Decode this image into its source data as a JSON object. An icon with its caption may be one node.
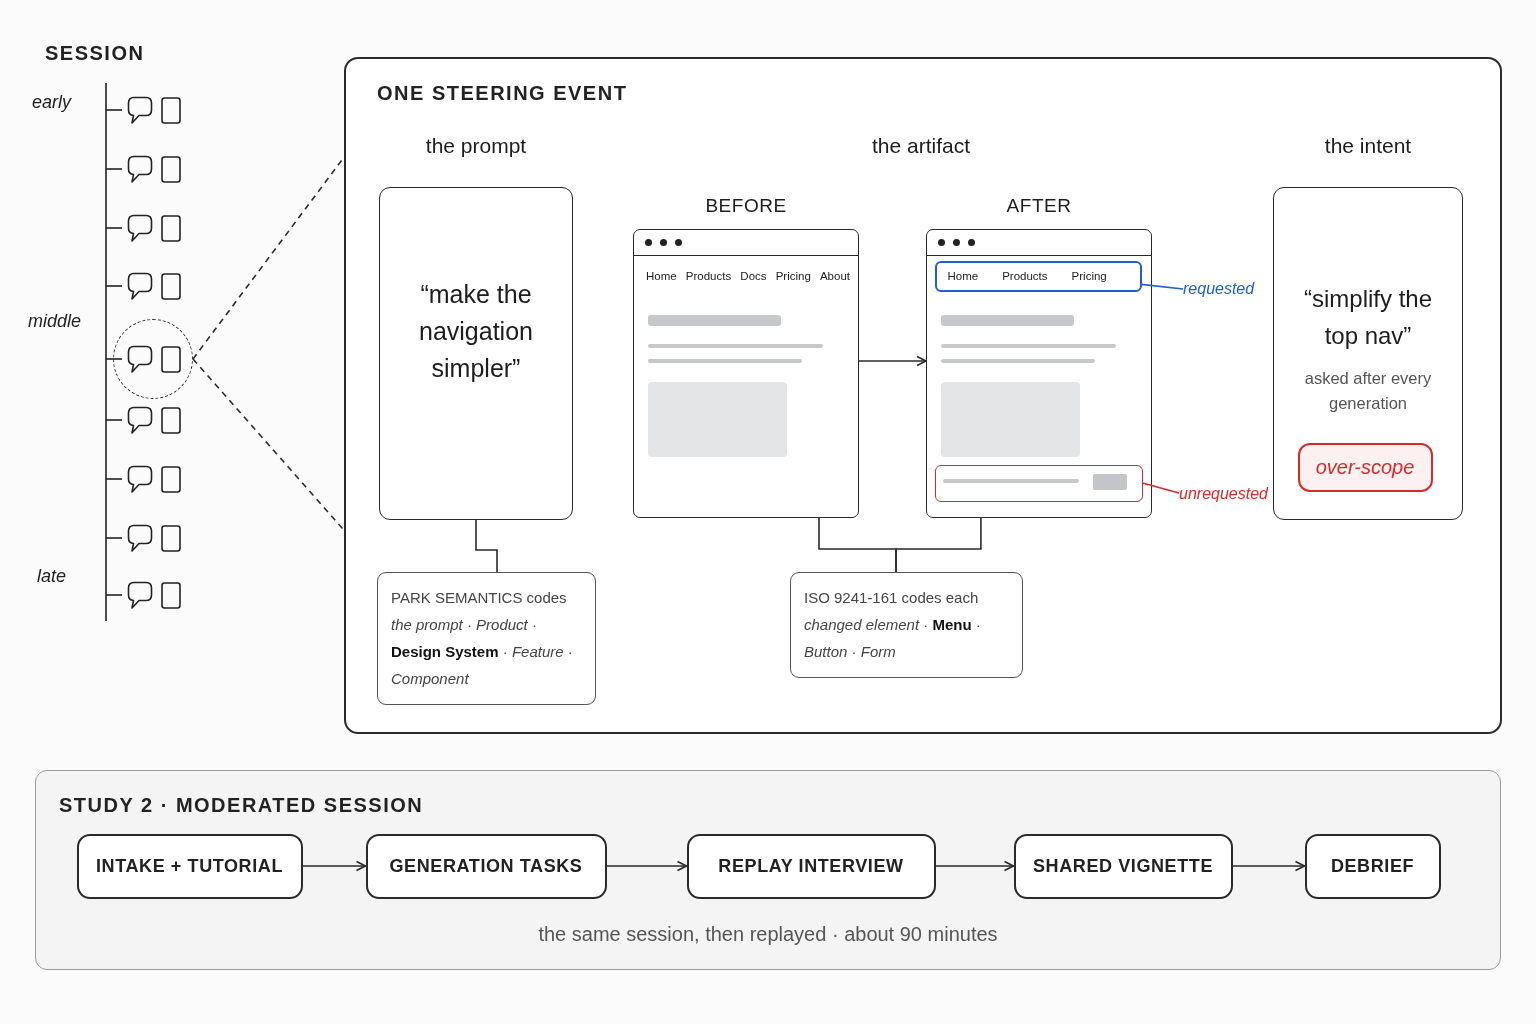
{
  "diagram": {
    "nodes": [
      {
        "text": [],
        "shape": "circle"
      },
      {
        "text": [
          "ONE STEERING EVENT"
        ]
      },
      {
        "text": [
          "the prompt",
          "“make the navigation simpler”"
        ],
        "in": 1
      },
      {
        "text": [
          "BEFORE",
          "Home",
          "Products",
          "Docs",
          "Pricing",
          "About"
        ],
        "in": 1
      },
      {
        "text": [
          "AFTER"
        ],
        "in": 1
      },
      {
        "text": [
          "Home",
          "Products",
          "Pricing"
        ],
        "in": 4
      },
      {
        "text": [],
        "shape": "box",
        "in": 4
      },
      {
        "text": [
          "requested"
        ],
        "in": 1
      },
      {
        "text": [
          "unrequested"
        ],
        "in": 1
      },
      {
        "text": [
          "the intent",
          "“simplify the top nav”",
          "asked after every generation"
        ],
        "in": 1
      },
      {
        "text": [
          "over-scope"
        ],
        "in": 9
      },
      {
        "text": [
          "PARK SEMANTICS codes *the prompt* · *Product* · **Design System** · *Feature* · *Component*"
        ],
        "in": 1
      },
      {
        "text": [
          "ISO 9241-161 codes each *changed element* · **Menu** · *Button* · *Form*"
        ],
        "in": 1
      },
      {
        "text": [
          "STUDY 2 · MODERATED SESSION",
          "the same session, then replayed · about 90 minutes"
        ]
      },
      {
        "text": [
          "INTAKE + TUTORIAL"
        ],
        "in": 13
      },
      {
        "text": [
          "GENERATION TASKS"
        ],
        "in": 13
      },
      {
        "text": [
          "REPLAY INTERVIEW"
        ],
        "in": 13
      },
      {
        "text": [
          "SHARED VIGNETTE"
        ],
        "in": 13
      },
      {
        "text": [
          "DEBRIEF"
        ],
        "in": 13
      }
    ],
    "edges": [
      {
        "from": 0,
        "to": 1,
        "arrow": "none",
        "style": "dashed"
      },
      {
        "from": 0,
        "to": 1,
        "arrow": "none",
        "style": "dashed"
      },
      {
        "from": 3,
        "to": 4,
        "arrow": "to"
      },
      {
        "from": 7,
        "to": 5,
        "arrow": "none",
        "color": "#1f5fcf"
      },
      {
        "from": 8,
        "to": 6,
        "arrow": "none",
        "color": "#d62b2b"
      },
      {
        "from": 2,
        "to": 11,
        "arrow": "none"
      },
      {
        "from": 3,
        "to": 12,
        "arrow": "none"
      },
      {
        "from": 4,
        "to": 12,
        "arrow": "none"
      },
      {
        "from": 14,
        "to": 15,
        "arrow": "to"
      },
      {
        "from": 15,
        "to": 16,
        "arrow": "to"
      },
      {
        "from": 16,
        "to": 17,
        "arrow": "to"
      },
      {
        "from": 17,
        "to": 18,
        "arrow": "to"
      }
    ],
    "labels": [
      "SESSION",
      "early",
      "middle",
      "late",
      "the artifact"
    ]
  }
}
